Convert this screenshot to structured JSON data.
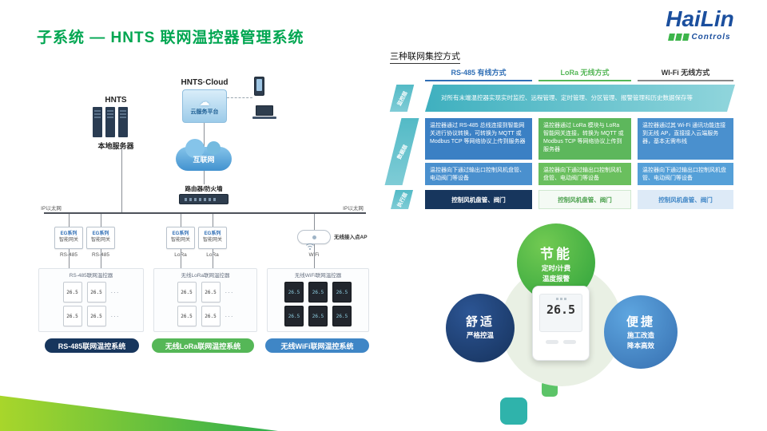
{
  "colors": {
    "title_green": "#00a651",
    "brand_blue": "#1b4f9e",
    "teal": "#3fb0bf",
    "rs485_blue": "#3b80c4",
    "lora_green": "#5db75c",
    "wifi_blue": "#4a90ce",
    "navy": "#17365d"
  },
  "icons": {
    "cloud": "☁"
  },
  "header": {
    "title": "子系统 — HNTS 联网温控器管理系统"
  },
  "logo": {
    "brand": "HaiLin",
    "sub": "Controls"
  },
  "diagram": {
    "cloud_title": "HNTS·Cloud",
    "cloud_platform": "云服务平台",
    "local_title": "HNTS",
    "local_server_label": "本地服务器",
    "internet_label": "互联网",
    "router_label": "路由器/防火墙",
    "ethernet_left": "IP以太网",
    "ethernet_right": "IP以太网",
    "gateway_line1": "EG系列",
    "gateway_line2": "智能网关",
    "ap_label": "无线接入点AP",
    "port_rs485": "RS-485",
    "port_lora": "LoRa",
    "port_wifi": "WiFi",
    "ellipsis": "···",
    "thermo_temp": "26.5",
    "groups": [
      {
        "title": "RS-485联网温控器",
        "pill": "RS-485联网温控系统"
      },
      {
        "title": "无线LoRa联网温控器",
        "pill": "无线LoRa联网温控系统"
      },
      {
        "title": "无线WiFi联网温控器",
        "pill": "无线WiFi联网温控系统"
      }
    ]
  },
  "table": {
    "heading": "三种联网集控方式",
    "columns": [
      {
        "label": "RS-485 有线方式"
      },
      {
        "label": "LoRa 无线方式"
      },
      {
        "label": "WI-Fi 无线方式"
      }
    ],
    "row_labels": [
      "监控层",
      "数据层",
      "执行层"
    ],
    "monitor_text": "对所有末端温控器实现实时监控、远程管理、定时管理、分区管理、报警管理和历史数据保存等",
    "data_top": [
      "温控器通过 RS-485 总线连接到智能网关进行协议转换，可转换为 MQTT 或 Modbus TCP 等网络协议上传到服务器",
      "温控器通过 LoRa 模块与 LoRa 智能网关连接，转换为 MQTT 或 Modbus TCP 等网络协议上传到服务器",
      "温控器通过其 Wi-Fi 通讯功能连接到无线 AP，直接接入云端服务器，基本无需布线"
    ],
    "data_bottom": [
      "温控器向下通过输出口控制风机盘管、电动阀门等设备",
      "温控器向下通过输出口控制风机盘管、电动阀门等设备",
      "温控器向下通过输出口控制风机盘管、电动阀门等设备"
    ],
    "exec_cells": [
      "控制风机盘管、阀门",
      "控制风机盘管、阀门",
      "控制风机盘管、阀门"
    ]
  },
  "features": {
    "temp": "26.5",
    "energy": {
      "title": "节能",
      "line1": "定时/计费",
      "line2": "温度报警"
    },
    "comfort": {
      "title": "舒适",
      "line1": "严格控温"
    },
    "convenient": {
      "title": "便捷",
      "line1": "施工改造",
      "line2": "降本高效"
    }
  }
}
